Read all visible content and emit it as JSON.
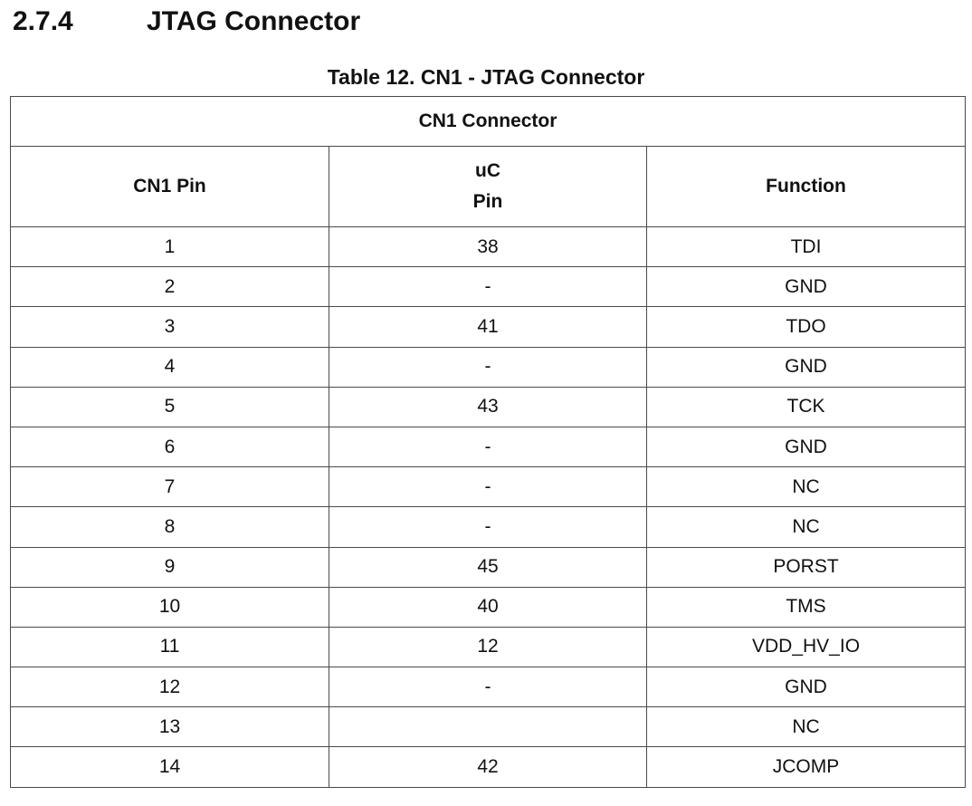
{
  "section": {
    "number": "2.7.4",
    "title": "JTAG Connector"
  },
  "table": {
    "caption": "Table 12. CN1 - JTAG Connector",
    "group_header": "CN1 Connector",
    "columns": {
      "cn1_pin": "CN1 Pin",
      "uc_pin_line1": "uC",
      "uc_pin_line2": "Pin",
      "function": "Function"
    },
    "rows": [
      {
        "cn1_pin": "1",
        "uc_pin": "38",
        "function": "TDI"
      },
      {
        "cn1_pin": "2",
        "uc_pin": "-",
        "function": "GND"
      },
      {
        "cn1_pin": "3",
        "uc_pin": "41",
        "function": "TDO"
      },
      {
        "cn1_pin": "4",
        "uc_pin": "-",
        "function": "GND"
      },
      {
        "cn1_pin": "5",
        "uc_pin": "43",
        "function": "TCK"
      },
      {
        "cn1_pin": "6",
        "uc_pin": "-",
        "function": "GND"
      },
      {
        "cn1_pin": "7",
        "uc_pin": "-",
        "function": "NC"
      },
      {
        "cn1_pin": "8",
        "uc_pin": "-",
        "function": "NC"
      },
      {
        "cn1_pin": "9",
        "uc_pin": "45",
        "function": "PORST"
      },
      {
        "cn1_pin": "10",
        "uc_pin": "40",
        "function": "TMS"
      },
      {
        "cn1_pin": "11",
        "uc_pin": "12",
        "function": "VDD_HV_IO"
      },
      {
        "cn1_pin": "12",
        "uc_pin": "-",
        "function": "GND"
      },
      {
        "cn1_pin": "13",
        "uc_pin": "",
        "function": "NC"
      },
      {
        "cn1_pin": "14",
        "uc_pin": "42",
        "function": "JCOMP"
      }
    ]
  }
}
